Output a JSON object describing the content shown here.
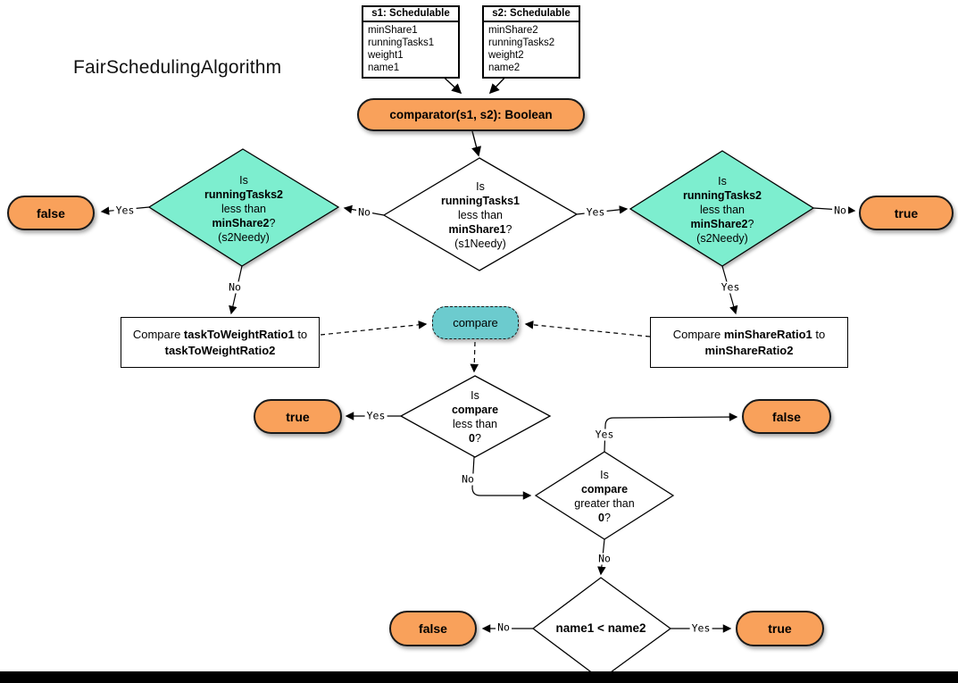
{
  "title": "FairSchedulingAlgorithm",
  "colors": {
    "terminator_orange": "#F9A15B",
    "decision_teal": "#7DEECF",
    "compare_cyan": "#6CCBCE",
    "stroke": "#000000",
    "background": "#FFFFFF"
  },
  "classes": {
    "s1": {
      "header": "s1: Schedulable",
      "fields": [
        "minShare1",
        "runningTasks1",
        "weight1",
        "name1"
      ]
    },
    "s2": {
      "header": "s2: Schedulable",
      "fields": [
        "minShare2",
        "runningTasks2",
        "weight2",
        "name2"
      ]
    }
  },
  "nodes": {
    "comparator": {
      "label": "comparator(s1, s2): Boolean"
    },
    "s1needy": {
      "lines": [
        "Is",
        "runningTasks1",
        "less than",
        "minShare1",
        "?",
        "(s1Needy)"
      ]
    },
    "s2needy_left": {
      "lines": [
        "Is",
        "runningTasks2",
        "less than",
        "minShare2",
        "?",
        "(s2Needy)"
      ]
    },
    "s2needy_right": {
      "lines": [
        "Is",
        "runningTasks2",
        "less than",
        "minShare2",
        "?",
        "(s2Needy)"
      ]
    },
    "compare_weight": {
      "parts": [
        "Compare",
        "taskToWeightRatio1",
        "to",
        "taskToWeightRatio2"
      ]
    },
    "compare_minshare": {
      "parts": [
        "Compare",
        "minShareRatio1",
        "to",
        "minShareRatio2"
      ]
    },
    "compare": {
      "label": "compare"
    },
    "lt": {
      "lines": [
        "Is",
        "compare",
        "less than",
        "0",
        "?"
      ]
    },
    "gt": {
      "lines": [
        "Is",
        "compare",
        "greater than",
        "0",
        "?"
      ]
    },
    "name_cmp": {
      "label": "name1 < name2"
    },
    "false_left": {
      "label": "false"
    },
    "true_right": {
      "label": "true"
    },
    "true_mid": {
      "label": "true"
    },
    "false_mid": {
      "label": "false"
    },
    "false_bottom": {
      "label": "false"
    },
    "true_bottom": {
      "label": "true"
    }
  },
  "edge_labels": {
    "yes_left": "Yes",
    "no_center_left": "No",
    "yes_center_right": "Yes",
    "no_right": "No",
    "no_left_down": "No",
    "yes_right_down": "Yes",
    "yes_lt": "Yes",
    "no_lt": "No",
    "yes_gt": "Yes",
    "no_gt": "No",
    "no_name": "No",
    "yes_name": "Yes"
  }
}
